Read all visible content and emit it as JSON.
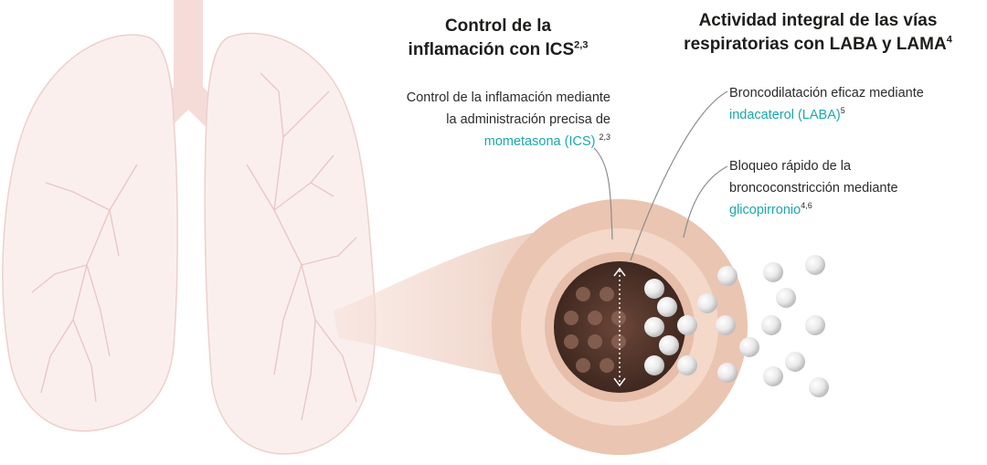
{
  "colors": {
    "accent": "#1aa8ad",
    "lung_fill": "#fbeeee",
    "lung_stroke": "#e6c3bf",
    "airway_ring": "#e9c1ad",
    "airway_inner": "#f2d5c6",
    "lumen": "#5a3a2e",
    "particle": "#e8e8e8",
    "text": "#1d1d1b"
  },
  "headings": {
    "ics": {
      "line1": "Control de la",
      "line2": "inflamación con ICS",
      "sup": "2,3"
    },
    "airways": {
      "line1": "Actividad integral de las vías",
      "line2": "respiratorias con LABA y LAMA",
      "sup": "4"
    }
  },
  "labels": {
    "ics": {
      "line1": "Control de la inflamación mediante",
      "line2": "la administración precisa de",
      "drug": "mometasona (ICS)",
      "sup": "2,3"
    },
    "laba": {
      "line1": "Broncodilatación eficaz mediante",
      "drug": "indacaterol (LABA)",
      "sup": "5"
    },
    "lama": {
      "line1": "Bloqueo rápido de la",
      "line2": "broncoconstricción mediante",
      "drug": "glicopirronio",
      "sup": "4,6"
    }
  },
  "icons": {
    "lungs": "lungs-icon",
    "airway": "airway-cross-section-icon",
    "particle": "drug-particle-icon"
  }
}
